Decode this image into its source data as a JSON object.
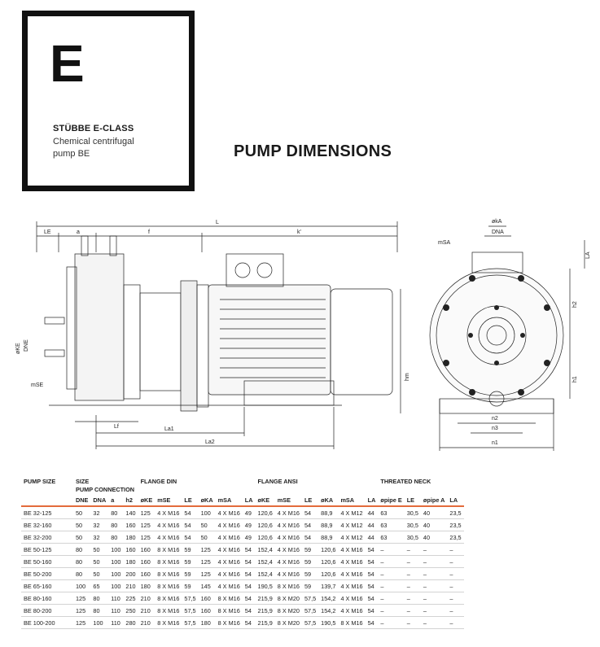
{
  "badge": {
    "letter": "E",
    "series": "STÜBBE E-CLASS",
    "description": "Chemical centrifugal\npump BE"
  },
  "title": "PUMP DIMENSIONS",
  "drawing_labels": {
    "L": "L",
    "LE": "LE",
    "a": "a",
    "f": "f",
    "k": "k'",
    "oKE": "øKE",
    "DNE": "DNE",
    "mSE": "mSE",
    "hm": "hm",
    "Lf": "Lf",
    "La1": "La1",
    "La2": "La2",
    "okA": "økA",
    "DNA": "DNA",
    "mSA": "mSA",
    "LA": "LA",
    "h2": "h2",
    "h1": "h1",
    "n3": "n3",
    "n2": "n2",
    "n1": "n1"
  },
  "table": {
    "group_headers": [
      "PUMP SIZE",
      "SIZE\nPUMP CONNECTION",
      "FLANGE DIN",
      "FLANGE ANSI",
      "THREATED NECK"
    ],
    "columns": [
      "",
      "DNE",
      "DNA",
      "a",
      "h2",
      "øKE",
      "mSE",
      "LE",
      "øKA",
      "mSA",
      "LA",
      "øKE",
      "mSE",
      "LE",
      "øKA",
      "mSA",
      "LA",
      "øpipe E",
      "LE",
      "øpipe A",
      "LA"
    ],
    "rows": [
      [
        "BE 32-125",
        "50",
        "32",
        "80",
        "140",
        "125",
        "4 X M16",
        "54",
        "100",
        "4 X M16",
        "49",
        "120,6",
        "4 X M16",
        "54",
        "88,9",
        "4 X M12",
        "44",
        "63",
        "30,5",
        "40",
        "23,5"
      ],
      [
        "BE 32-160",
        "50",
        "32",
        "80",
        "160",
        "125",
        "4 X M16",
        "54",
        "50",
        "4 X M16",
        "49",
        "120,6",
        "4 X M16",
        "54",
        "88,9",
        "4 X M12",
        "44",
        "63",
        "30,5",
        "40",
        "23,5"
      ],
      [
        "BE 32-200",
        "50",
        "32",
        "80",
        "180",
        "125",
        "4 X M16",
        "54",
        "50",
        "4 X M16",
        "49",
        "120,6",
        "4 X M16",
        "54",
        "88,9",
        "4 X M12",
        "44",
        "63",
        "30,5",
        "40",
        "23,5"
      ],
      [
        "BE 50-125",
        "80",
        "50",
        "100",
        "160",
        "160",
        "8 X M16",
        "59",
        "125",
        "4 X M16",
        "54",
        "152,4",
        "4 X M16",
        "59",
        "120,6",
        "4 X M16",
        "54",
        "–",
        "–",
        "–",
        "–"
      ],
      [
        "BE 50-160",
        "80",
        "50",
        "100",
        "180",
        "160",
        "8 X M16",
        "59",
        "125",
        "4 X M16",
        "54",
        "152,4",
        "4 X M16",
        "59",
        "120,6",
        "4 X M16",
        "54",
        "–",
        "–",
        "–",
        "–"
      ],
      [
        "BE 50-200",
        "80",
        "50",
        "100",
        "200",
        "160",
        "8 X M16",
        "59",
        "125",
        "4 X M16",
        "54",
        "152,4",
        "4 X M16",
        "59",
        "120,6",
        "4 X M16",
        "54",
        "–",
        "–",
        "–",
        "–"
      ],
      [
        "BE 65-160",
        "100",
        "65",
        "100",
        "210",
        "180",
        "8 X M16",
        "59",
        "145",
        "4 X M16",
        "54",
        "190,5",
        "8 X M16",
        "59",
        "139,7",
        "4 X M16",
        "54",
        "–",
        "–",
        "–",
        "–"
      ],
      [
        "BE 80-160",
        "125",
        "80",
        "110",
        "225",
        "210",
        "8 X M16",
        "57,5",
        "160",
        "8 X M16",
        "54",
        "215,9",
        "8 X M20",
        "57,5",
        "154,2",
        "4 X M16",
        "54",
        "–",
        "–",
        "–",
        "–"
      ],
      [
        "BE 80-200",
        "125",
        "80",
        "110",
        "250",
        "210",
        "8 X M16",
        "57,5",
        "160",
        "8 X M16",
        "54",
        "215,9",
        "8 X M20",
        "57,5",
        "154,2",
        "4 X M16",
        "54",
        "–",
        "–",
        "–",
        "–"
      ],
      [
        "BE 100-200",
        "125",
        "100",
        "110",
        "280",
        "210",
        "8 X M16",
        "57,5",
        "180",
        "8 X M16",
        "54",
        "215,9",
        "8 X M20",
        "57,5",
        "190,5",
        "8 X M16",
        "54",
        "–",
        "–",
        "–",
        "–"
      ]
    ]
  }
}
